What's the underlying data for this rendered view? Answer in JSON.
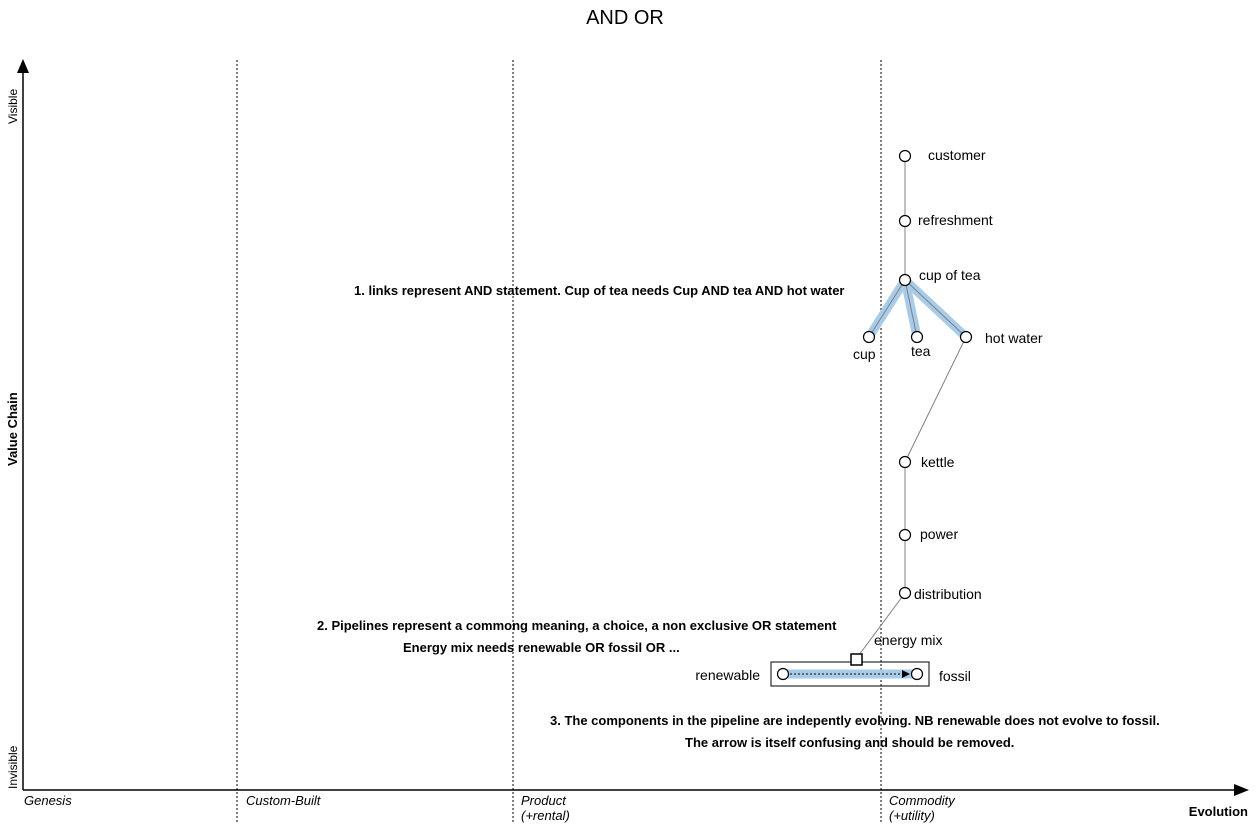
{
  "title": "AND OR",
  "axes": {
    "y_label": "Value Chain",
    "y_top": "Visible",
    "y_bottom": "Invisible",
    "x_label": "Evolution"
  },
  "stages": [
    {
      "line1": "Genesis",
      "line2": ""
    },
    {
      "line1": "Custom-Built",
      "line2": ""
    },
    {
      "line1": "Product",
      "line2": "(+rental)"
    },
    {
      "line1": "Commodity",
      "line2": "(+utility)"
    }
  ],
  "components": {
    "customer": "customer",
    "refreshment": "refreshment",
    "cup_of_tea": "cup of tea",
    "cup": "cup",
    "tea": "tea",
    "hot_water": "hot water",
    "kettle": "kettle",
    "power": "power",
    "distribution": "distribution",
    "energy_mix": "energy mix",
    "renewable": "renewable",
    "fossil": "fossil"
  },
  "notes": {
    "note1": "1. links represent AND statement. Cup of tea needs Cup AND tea AND hot water",
    "note2a": "2. Pipelines represent a commong meaning, a choice, a non exclusive OR statement",
    "note2b": "Energy mix needs renewable OR fossil OR ...",
    "note3a": "3. The components in the pipeline are indepently evolving. NB renewable does not evolve to fossil.",
    "note3b": "The arrow is itself confusing and should be removed."
  },
  "colors": {
    "highlight": "#a9cbea",
    "line": "#808080",
    "axis": "#000000"
  }
}
